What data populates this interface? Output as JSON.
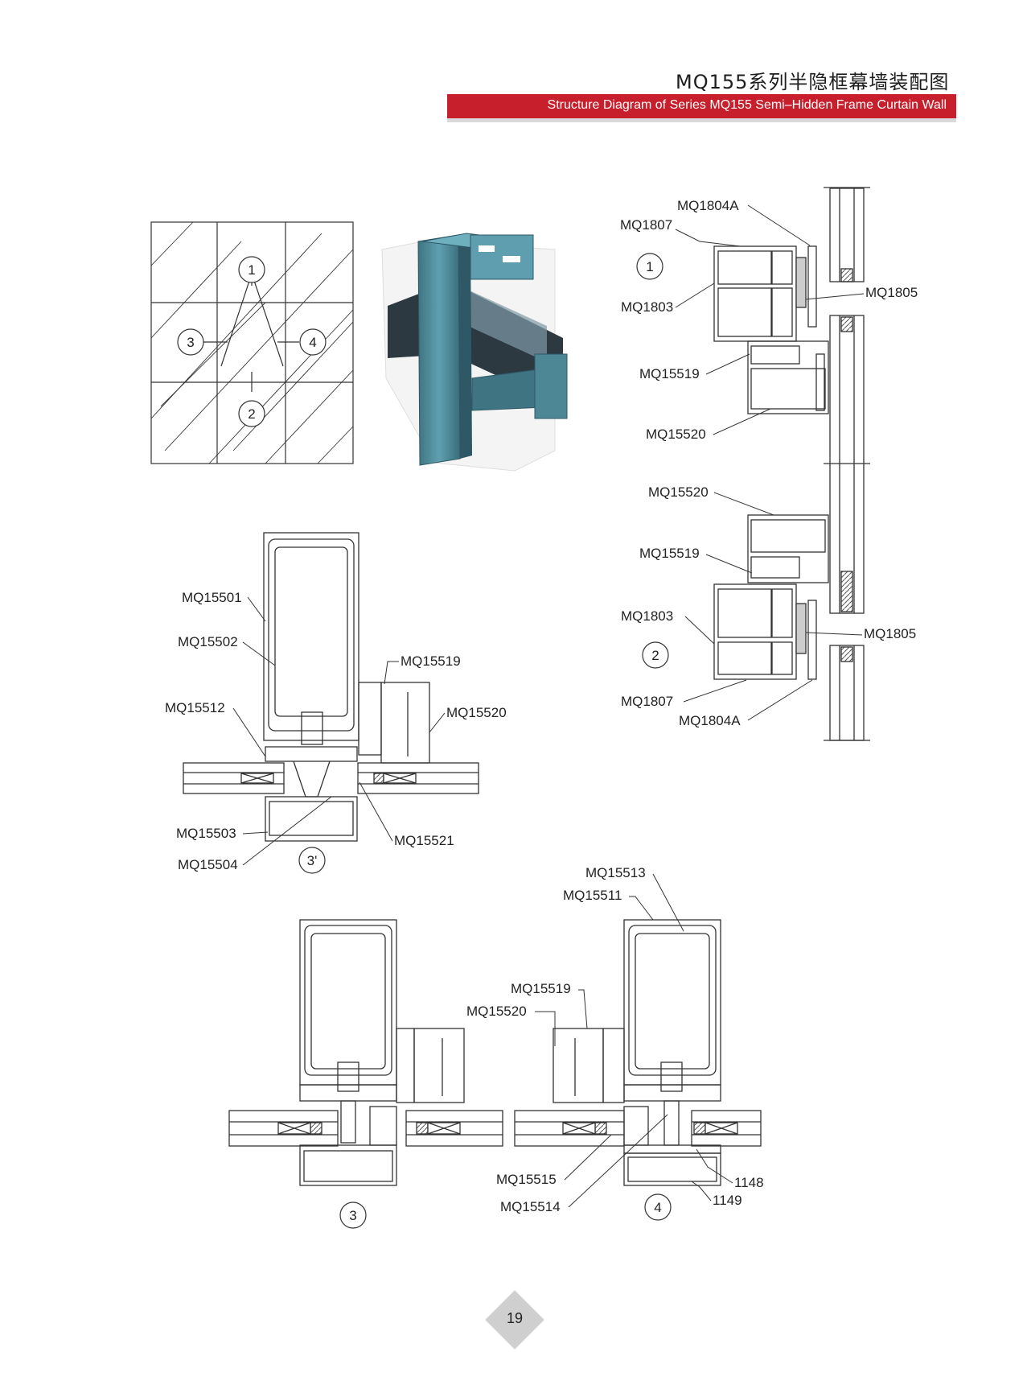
{
  "header": {
    "title_zh": "MQ155系列半隐框幕墙装配图",
    "title_en": "Structure Diagram of Series MQ155 Semi–Hidden Frame Curtain Wall"
  },
  "elevation": {
    "markers": [
      "1",
      "2",
      "3",
      "4"
    ]
  },
  "section_1": {
    "marker": "1",
    "labels": [
      "MQ1804A",
      "MQ1807",
      "MQ1803",
      "MQ1805",
      "MQ15519",
      "MQ15520"
    ]
  },
  "section_2": {
    "marker": "2",
    "labels": [
      "MQ15520",
      "MQ15519",
      "MQ1803",
      "MQ1805",
      "MQ1807",
      "MQ1804A"
    ]
  },
  "section_3p": {
    "marker": "3'",
    "labels": [
      "MQ15501",
      "MQ15502",
      "MQ15519",
      "MQ15512",
      "MQ15520",
      "MQ15503",
      "MQ15504",
      "MQ15521"
    ]
  },
  "section_3": {
    "marker": "3"
  },
  "section_4": {
    "marker": "4",
    "labels": [
      "MQ15513",
      "MQ15511",
      "MQ15519",
      "MQ15520",
      "MQ15515",
      "MQ15514",
      "1148",
      "1149"
    ]
  },
  "footer": {
    "page_number": "19"
  },
  "colors": {
    "accent": "#c81f2c",
    "profile": "#4f8a9a",
    "glass": "#2f3c44"
  }
}
